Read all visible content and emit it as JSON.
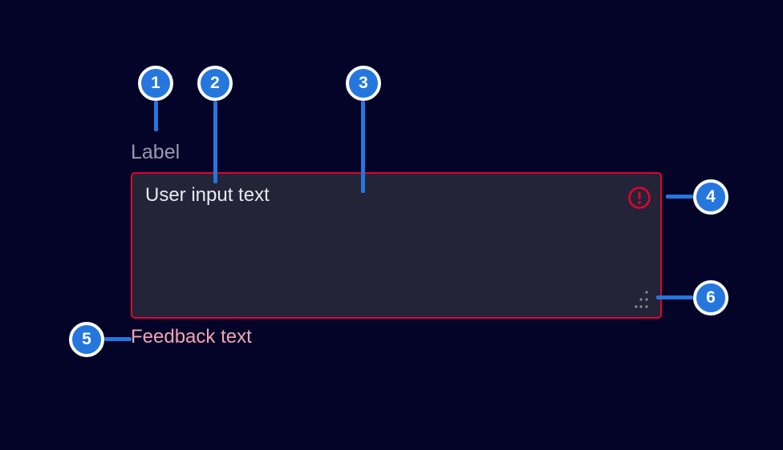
{
  "figure": {
    "description": "Textarea component anatomy, invalid state, dark theme"
  },
  "colors": {
    "page_bg": "#040428",
    "field_bg": "#232438",
    "alarm_red": "#e2032e",
    "accent_blue": "#2577dd",
    "label_gray": "#9a9aae",
    "input_text": "#e9e9f2",
    "feedback_pink": "#f0a4b4",
    "grip_gray": "#8b8b99",
    "ring_white": "#ffffff"
  },
  "component": {
    "label": "Label",
    "value": "User input text",
    "feedback": "Feedback text",
    "error_icon": "exclamation-circle-icon",
    "resize_icon": "resize-grip-dots-icon"
  },
  "callouts": [
    {
      "number": "1",
      "target": "label"
    },
    {
      "number": "2",
      "target": "text-area-container"
    },
    {
      "number": "3",
      "target": "user-input-text"
    },
    {
      "number": "4",
      "target": "error-icon"
    },
    {
      "number": "5",
      "target": "feedback-text"
    },
    {
      "number": "6",
      "target": "resize-handle"
    }
  ]
}
